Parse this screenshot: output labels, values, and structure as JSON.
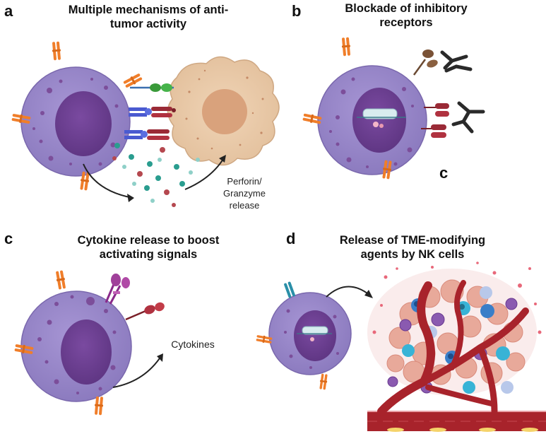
{
  "panels": {
    "a": {
      "letter": "a",
      "title_line1": "Multiple mechanisms of anti-",
      "title_line2": "tumor activity",
      "label_line1": "Perforin/",
      "label_line2": "Granzyme",
      "label_line3": "release"
    },
    "b": {
      "letter": "b",
      "title_line1": "Blockade of inhibitory",
      "title_line2": "receptors",
      "stray_letter": "c"
    },
    "c": {
      "letter": "c",
      "title_line1": "Cytokine release to boost",
      "title_line2": "activating signals",
      "label": "Cytokines"
    },
    "d": {
      "letter": "d",
      "title_line1": "Release of TME-modifying",
      "title_line2": "agents by NK cells"
    }
  },
  "colors": {
    "nk_cell": "#9a88c8",
    "nk_nucleus": "#6b3f8f",
    "tumor_cell": "#e8c9a8",
    "receptor_orange": "#f07e2a",
    "vessel_red": "#a8232b",
    "teal_granule": "#2a9d8f",
    "red_granule": "#b5484f"
  }
}
